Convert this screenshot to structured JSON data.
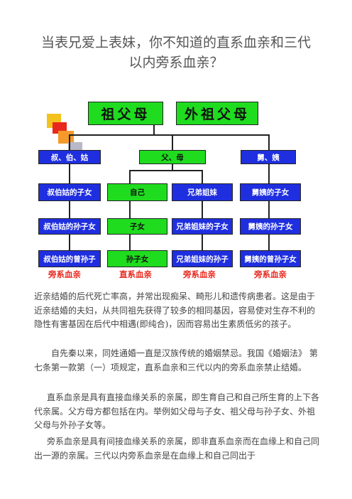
{
  "title": {
    "line1": "当表兄爱上表妹，你不知道的直系血亲和三代",
    "line2": "以内旁系血亲？"
  },
  "diagram": {
    "top_left": "祖父母",
    "top_right": "外祖父母",
    "row2": [
      "叔、伯、姑",
      "父、母",
      "舅、姨"
    ],
    "row3": [
      "叔伯姑的子女",
      "自己",
      "兄弟姐妹",
      "舅姨的子女"
    ],
    "row4": [
      "叔伯姑的孙子女",
      "子女",
      "兄弟姐妹的子女",
      "舅姨的孙子女"
    ],
    "row5": [
      "叔伯姑的曾孙子",
      "孙子女",
      "兄弟姐妹的孙子",
      "舅姨的曾孙子女"
    ],
    "legend": [
      "旁系血亲",
      "直系血亲",
      "旁系血亲",
      "旁系血亲"
    ],
    "colors": {
      "blue": "#1f2fe0",
      "green": "#1fdc1f",
      "legend_red": "#e8281e"
    }
  },
  "paragraphs": [
    "近亲结婚的后代死亡率高，并常出现痴呆、畸形儿和遗传病患者。这是由于近亲结婚的夫妇，从共同祖先获得了较多的相同基因，容易使对生存不利的隐性有害基因在后代中相遇(即纯合)，因而容易出生素质低劣的孩子。",
    "自先秦以来，同姓通婚一直是汉族传统的婚姻禁忌。我国《婚姻法》 第七条第一款第（一）项规定，直系血亲和三代以内的旁系血亲禁止结婚。",
    "直系血亲是具有直接血缘关系的亲属，即生育自己和自己所生育的上下各代亲属。父方母方都包括在内。举例如父母与子女、祖父母与孙子女、外祖父母与外孙子女等。",
    "旁系血亲是具有间接血缘关系的亲属，即非直系血亲而在血缘上和自己同出一源的亲属。三代以内旁系血亲是在血缘上和自己同出于"
  ]
}
